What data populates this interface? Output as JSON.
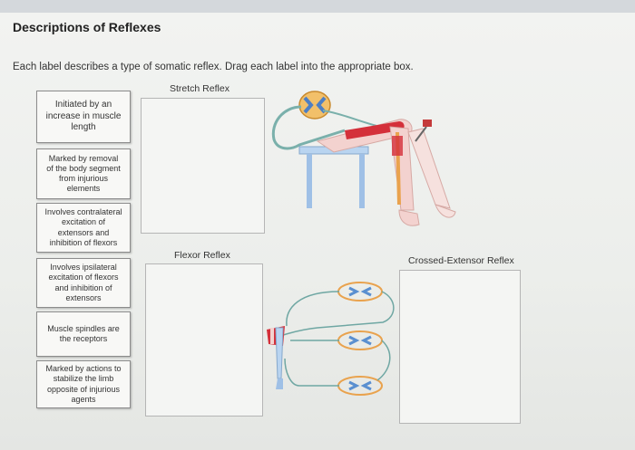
{
  "page": {
    "title": "Descriptions of Reflexes",
    "instructions": "Each label describes a type of somatic reflex. Drag each label into the appropriate box."
  },
  "labels": [
    "Initiated by an increase in muscle length",
    "Marked by removal of the body segment from injurious elements",
    "Involves contralateral excitation of extensors and inhibition of flexors",
    "Involves ipsilateral excitation of flexors and inhibition of extensors",
    "Muscle spindles are the receptors",
    "Marked by actions to stabilize the limb opposite of injurious agents"
  ],
  "targets": {
    "stretch": "Stretch Reflex",
    "flexor": "Flexor Reflex",
    "crossed": "Crossed-Extensor Reflex"
  },
  "colors": {
    "muscle_red": "#d4303a",
    "nerve_teal": "#6fa7a3",
    "spinal_orange": "#e9a24d",
    "spinal_blue": "#5a8fd0",
    "skin": "#f3d2cf"
  }
}
